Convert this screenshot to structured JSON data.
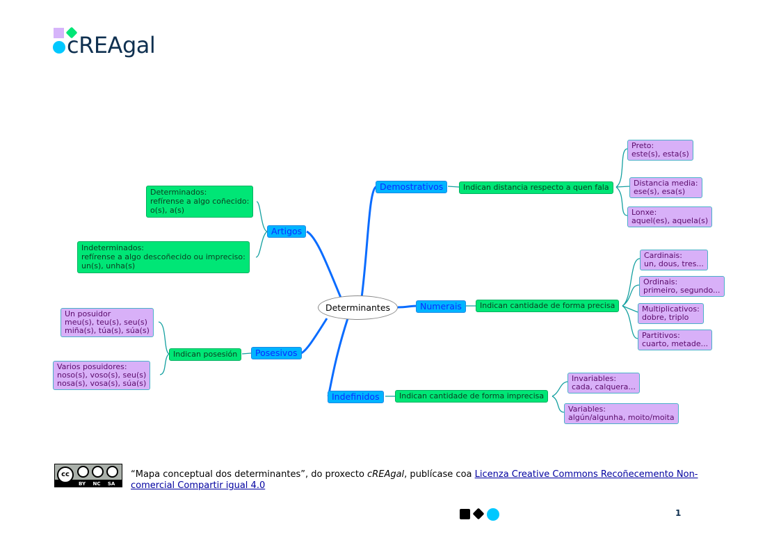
{
  "logo": {
    "text": "cREAgal"
  },
  "center": "Determinantes",
  "branches": {
    "demostrativos": {
      "label": "Demostrativos",
      "desc": "Indican distancia respecto a quen fala",
      "items": [
        "Preto:\neste(s), esta(s)",
        "Distancia media:\nese(s), esa(s)",
        "Lonxe:\naquel(es), aquela(s)"
      ]
    },
    "numerais": {
      "label": "Numerais",
      "desc": "Indican cantidade de forma precisa",
      "items": [
        "Cardinais:\nun, dous, tres...",
        "Ordinais:\nprimeiro, segundo...",
        "Multiplicativos:\ndobre, triplo",
        "Partitivos:\ncuarto, metade..."
      ]
    },
    "indefinidos": {
      "label": "Indefinidos",
      "desc": "Indican cantidade de forma imprecisa",
      "items": [
        "Invariables:\ncada, calquera...",
        "Variables:\nalgún/algunha, moito/moita"
      ]
    },
    "artigos": {
      "label": "Artigos",
      "items": [
        "Determinados:\nrefírense a algo coñecido:\no(s), a(s)",
        "Indeterminados:\nrefírense a algo descoñecido ou impreciso:\nun(s), unha(s)"
      ]
    },
    "posesivos": {
      "label": "Posesivos",
      "desc": "Indican posesión",
      "items": [
        "Un posuidor\nmeu(s), teu(s), seu(s)\nmiña(s), túa(s), súa(s)",
        "Varios posuidores:\nnoso(s), voso(s), seu(s)\nnosa(s), vosa(s), súa(s)"
      ]
    }
  },
  "footer": {
    "license_badge": "CC BY NC SA",
    "text_before": "“Mapa conceptual dos determinantes”, do proxecto ",
    "project": "cREAgal",
    "text_mid": ", publícase coa ",
    "link": "Licenza Creative Commons Recoñecemento Non-comercial Compartir igual 4.0",
    "page": "1"
  },
  "colors": {
    "blue": "#00b4ff",
    "green": "#00e676",
    "purple": "#d8b0f8",
    "teal": "#14a0a0",
    "trunk": "#0a6cff"
  }
}
